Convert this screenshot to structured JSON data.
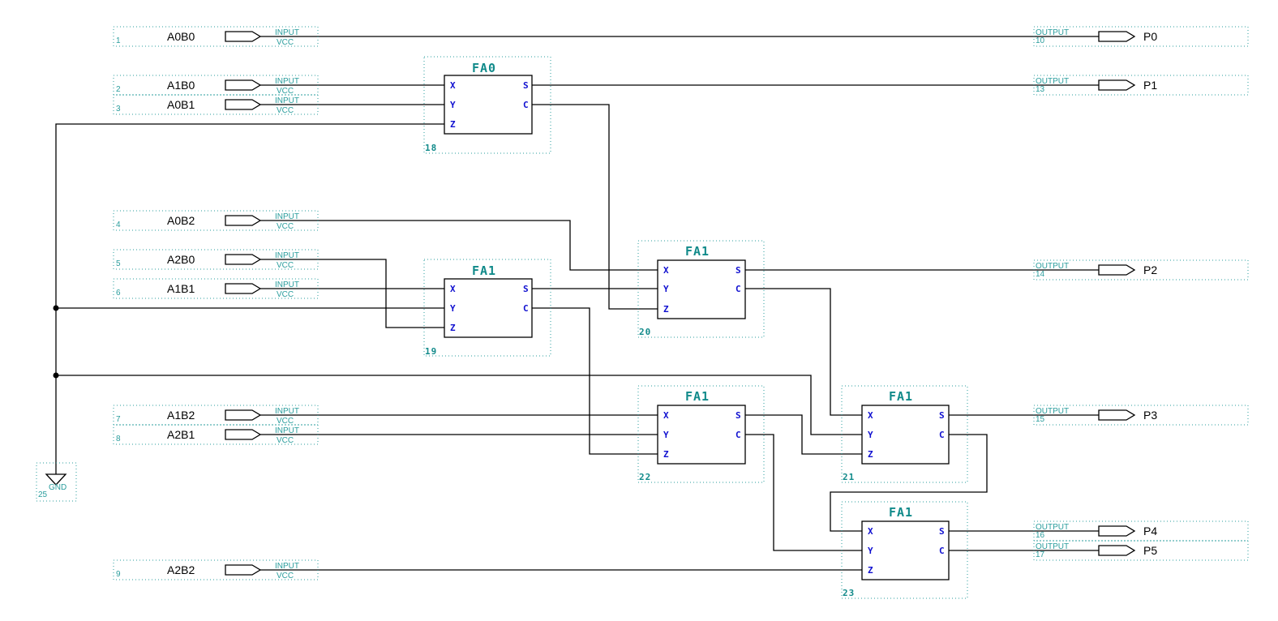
{
  "inputs": [
    {
      "num": "1",
      "name": "A0B0",
      "type": "INPUT",
      "pwr": "VCC"
    },
    {
      "num": "2",
      "name": "A1B0",
      "type": "INPUT",
      "pwr": "VCC"
    },
    {
      "num": "3",
      "name": "A0B1",
      "type": "INPUT",
      "pwr": "VCC"
    },
    {
      "num": "4",
      "name": "A0B2",
      "type": "INPUT",
      "pwr": "VCC"
    },
    {
      "num": "5",
      "name": "A2B0",
      "type": "INPUT",
      "pwr": "VCC"
    },
    {
      "num": "6",
      "name": "A1B1",
      "type": "INPUT",
      "pwr": "VCC"
    },
    {
      "num": "7",
      "name": "A1B2",
      "type": "INPUT",
      "pwr": "VCC"
    },
    {
      "num": "8",
      "name": "A2B1",
      "type": "INPUT",
      "pwr": "VCC"
    },
    {
      "num": "9",
      "name": "A2B2",
      "type": "INPUT",
      "pwr": "VCC"
    }
  ],
  "outputs": [
    {
      "num": "10",
      "name": "P0",
      "type": "OUTPUT"
    },
    {
      "num": "13",
      "name": "P1",
      "type": "OUTPUT"
    },
    {
      "num": "14",
      "name": "P2",
      "type": "OUTPUT"
    },
    {
      "num": "15",
      "name": "P3",
      "type": "OUTPUT"
    },
    {
      "num": "16",
      "name": "P4",
      "type": "OUTPUT"
    },
    {
      "num": "17",
      "name": "P5",
      "type": "OUTPUT"
    }
  ],
  "blocks": [
    {
      "title": "FA0",
      "inst": "18",
      "pins": {
        "x": "X",
        "y": "Y",
        "z": "Z",
        "s": "S",
        "c": "C"
      }
    },
    {
      "title": "FA1",
      "inst": "19",
      "pins": {
        "x": "X",
        "y": "Y",
        "z": "Z",
        "s": "S",
        "c": "C"
      }
    },
    {
      "title": "FA1",
      "inst": "20",
      "pins": {
        "x": "X",
        "y": "Y",
        "z": "Z",
        "s": "S",
        "c": "C"
      }
    },
    {
      "title": "FA1",
      "inst": "21",
      "pins": {
        "x": "X",
        "y": "Y",
        "z": "Z",
        "s": "S",
        "c": "C"
      }
    },
    {
      "title": "FA1",
      "inst": "22",
      "pins": {
        "x": "X",
        "y": "Y",
        "z": "Z",
        "s": "S",
        "c": "C"
      }
    },
    {
      "title": "FA1",
      "inst": "23",
      "pins": {
        "x": "X",
        "y": "Y",
        "z": "Z",
        "s": "S",
        "c": "C"
      }
    }
  ],
  "gnd": {
    "num": "25",
    "label": "GND"
  }
}
